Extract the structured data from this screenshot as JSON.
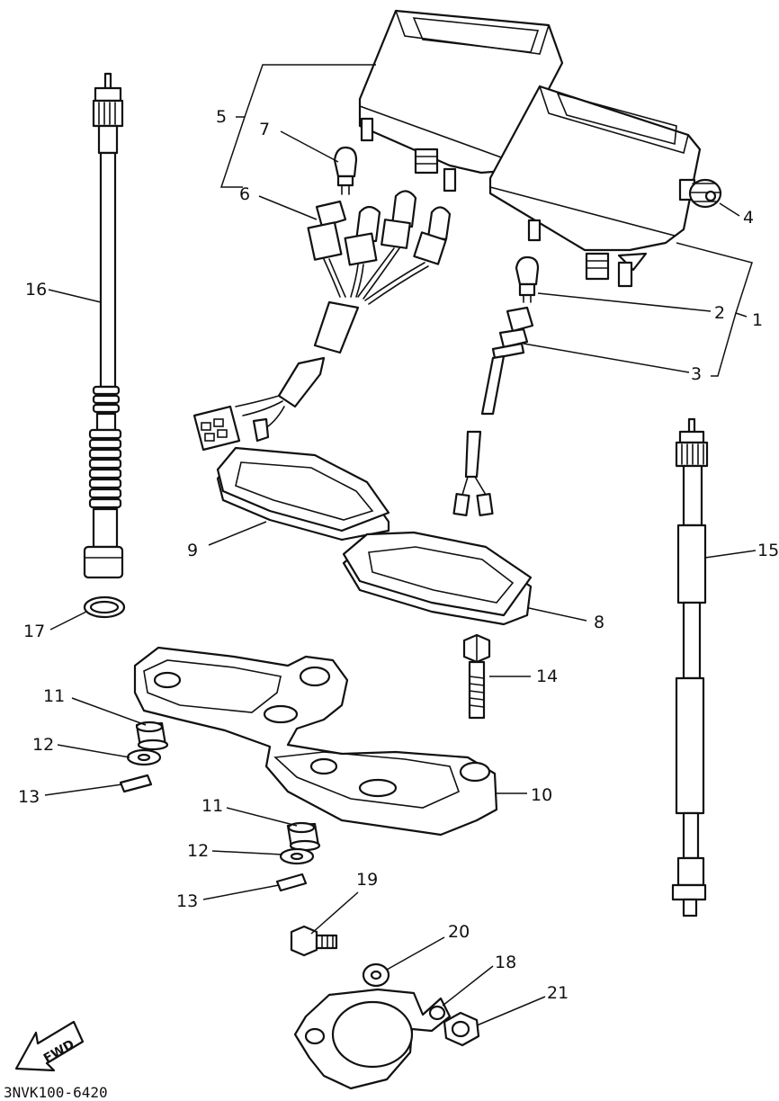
{
  "diagram": {
    "callouts": [
      {
        "id": "c1",
        "label": "1"
      },
      {
        "id": "c2",
        "label": "2"
      },
      {
        "id": "c3",
        "label": "3"
      },
      {
        "id": "c4",
        "label": "4"
      },
      {
        "id": "c5",
        "label": "5"
      },
      {
        "id": "c6",
        "label": "6"
      },
      {
        "id": "c7",
        "label": "7"
      },
      {
        "id": "c8",
        "label": "8"
      },
      {
        "id": "c9",
        "label": "9"
      },
      {
        "id": "c10",
        "label": "10"
      },
      {
        "id": "c11a",
        "label": "11"
      },
      {
        "id": "c11b",
        "label": "11"
      },
      {
        "id": "c12a",
        "label": "12"
      },
      {
        "id": "c12b",
        "label": "12"
      },
      {
        "id": "c13a",
        "label": "13"
      },
      {
        "id": "c13b",
        "label": "13"
      },
      {
        "id": "c14",
        "label": "14"
      },
      {
        "id": "c15",
        "label": "15"
      },
      {
        "id": "c16",
        "label": "16"
      },
      {
        "id": "c17",
        "label": "17"
      },
      {
        "id": "c18",
        "label": "18"
      },
      {
        "id": "c19",
        "label": "19"
      },
      {
        "id": "c20",
        "label": "20"
      },
      {
        "id": "c21",
        "label": "21"
      }
    ],
    "fwd_label": "FWD",
    "drawing_code": "3NVK100-6420"
  }
}
